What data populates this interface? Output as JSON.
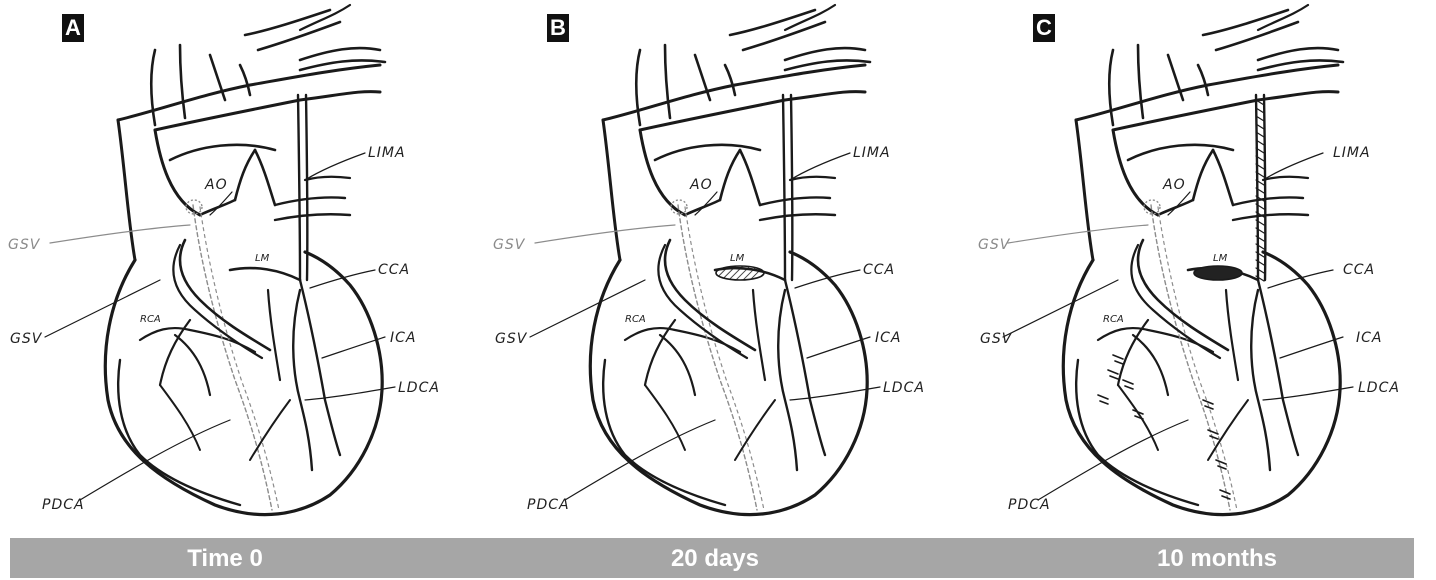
{
  "panels": [
    {
      "letter": "A",
      "timepoint": "Time 0",
      "stent": "none",
      "lima": "plain",
      "myocardial_marks": false
    },
    {
      "letter": "B",
      "timepoint": "20 days",
      "stent": "hatched",
      "lima": "plain",
      "myocardial_marks": false
    },
    {
      "letter": "C",
      "timepoint": "10 months",
      "stent": "dark",
      "lima": "braided",
      "myocardial_marks": true
    }
  ],
  "labels": {
    "ao": "AO",
    "lima": "LIMA",
    "gsv_graft": "GSV",
    "lm": "LM",
    "cca": "CCA",
    "gsv_vessel": "GSV",
    "rca": "RCA",
    "ica": "ICA",
    "ldca": "LDCA",
    "pdca": "PDCA"
  },
  "colors": {
    "line": "#1a1a1a",
    "graft": "#8c8c8c",
    "timebar": "#a6a6a6",
    "timebar_text": "#ffffff"
  }
}
